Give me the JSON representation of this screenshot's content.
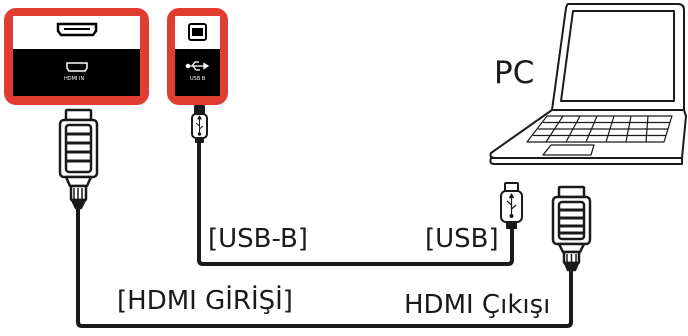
{
  "labels": {
    "pc": "PC",
    "usb_b_cable": "[USB-B]",
    "usb_cable": "[USB]",
    "hdmi_input": "[HDMI GİRİŞİ]",
    "hdmi_output": "HDMI Çıkışı"
  },
  "ports": {
    "hdmi_port_text": "HDMI IN",
    "usb_b_port_text": "USB B"
  },
  "colors": {
    "highlight_border": "#e03c31",
    "port_panel": "#000000",
    "cable": "#1a1a1a",
    "connector_fill": "#ffffff",
    "text": "#1a1a1a"
  }
}
